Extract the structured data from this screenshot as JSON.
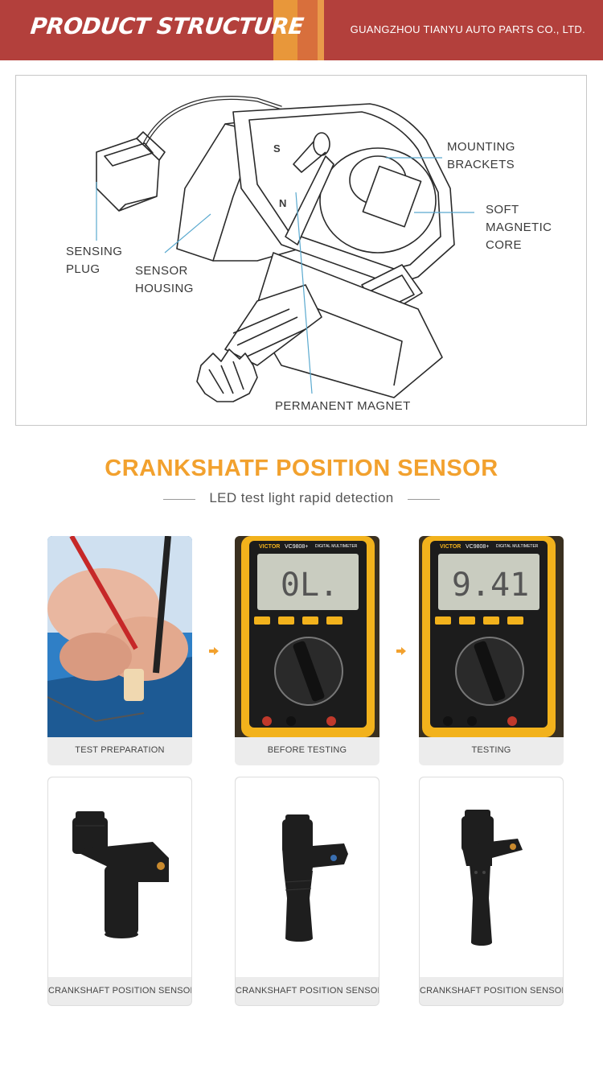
{
  "header": {
    "title": "PRODUCT STRUCTURE",
    "company": "GUANGZHOU TIANYU AUTO PARTS CO., LTD."
  },
  "diagram": {
    "labels": {
      "mounting": "MOUNTING\nBRACKETS",
      "soft_core": "SOFT\nMAGNETIC\nCORE",
      "sensing_plug": "SENSING\nPLUG",
      "sensor_housing": "SENSOR\nHOUSING",
      "permanent_magnet": "PERMANENT MAGNET",
      "pole_s": "S",
      "pole_n": "N"
    }
  },
  "section": {
    "title": "CRANKSHATF POSITION SENSOR",
    "subtitle": "LED test light rapid detection"
  },
  "steps": [
    {
      "caption": "TEST PREPARATION"
    },
    {
      "caption": "BEFORE TESTING",
      "display": "0L.",
      "brand": "VICTOR",
      "model": "VC9808+",
      "subtitle": "DIGITAL MULTIMETER"
    },
    {
      "caption": "TESTING",
      "display": "9.41",
      "brand": "VICTOR",
      "model": "VC9808+",
      "subtitle": "DIGITAL MULTIMETER"
    }
  ],
  "products": [
    {
      "caption": "CRANKSHAFT POSITION SENSOR"
    },
    {
      "caption": "CRANKSHAFT POSITION SENSOR"
    },
    {
      "caption": "CRANKSHAFT POSITION SENSOR"
    }
  ],
  "colors": {
    "banner": "#b3403c",
    "accent_orange": "#f2a12e",
    "callout_line": "#5aa9cf",
    "meter_body": "#f2b21c"
  }
}
